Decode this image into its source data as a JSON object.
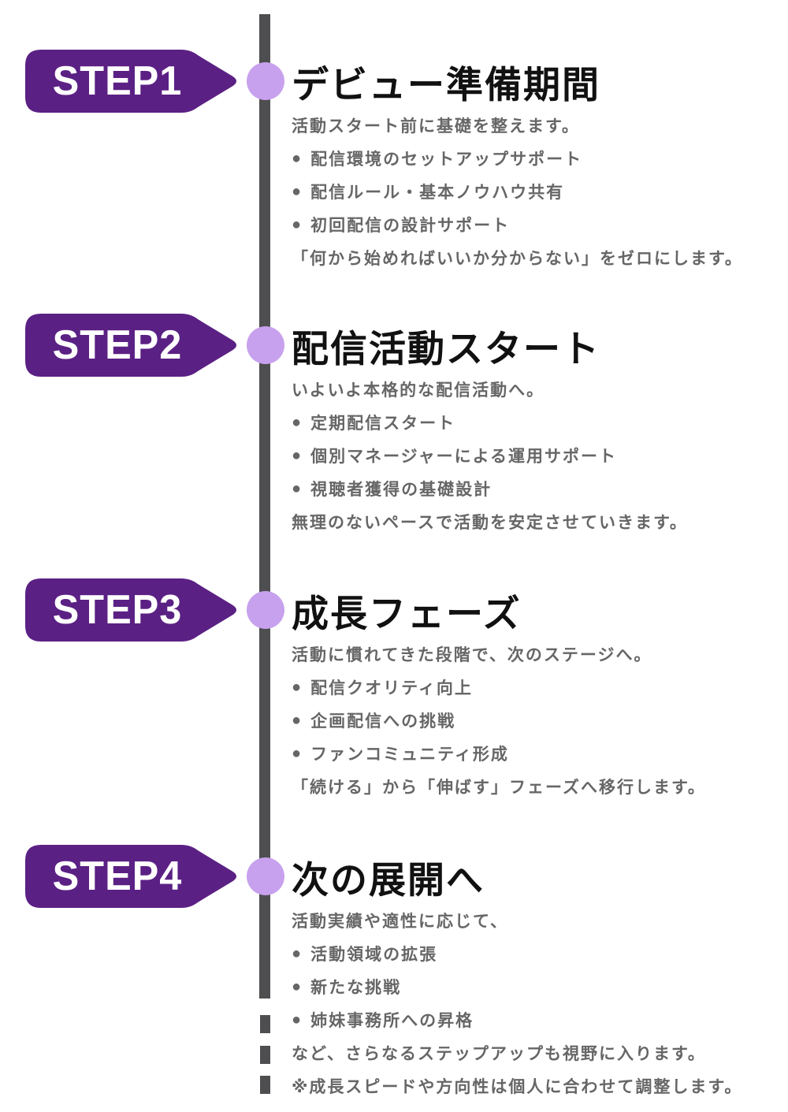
{
  "glyphs": {
    "bullet": "●"
  },
  "colors": {
    "badge_purple": "#5B2084",
    "node_lavender": "#C7A1EE",
    "timeline_gray": "#4E4E50",
    "body_text_gray": "#666666",
    "heading_black": "#111111"
  },
  "steps": [
    {
      "label": "STEP1",
      "title": "デビュー準備期間",
      "intro": "活動スタート前に基礎を整えます。",
      "bullets": [
        "配信環境のセットアップサポート",
        "配信ルール・基本ノウハウ共有",
        "初回配信の設計サポート"
      ],
      "footer": "「何から始めればいいか分からない」をゼロにします。"
    },
    {
      "label": "STEP2",
      "title": "配信活動スタート",
      "intro": "いよいよ本格的な配信活動へ。",
      "bullets": [
        "定期配信スタート",
        "個別マネージャーによる運用サポート",
        "視聴者獲得の基礎設計"
      ],
      "footer": "無理のないペースで活動を安定させていきます。"
    },
    {
      "label": "STEP3",
      "title": "成長フェーズ",
      "intro": "活動に慣れてきた段階で、次のステージへ。",
      "bullets": [
        "配信クオリティ向上",
        "企画配信への挑戦",
        "ファンコミュニティ形成"
      ],
      "footer": "「続ける」から「伸ばす」フェーズへ移行します。"
    },
    {
      "label": "STEP4",
      "title": "次の展開へ",
      "intro": "活動実績や適性に応じて、",
      "bullets": [
        "活動領域の拡張",
        "新たな挑戦",
        "姉妹事務所への昇格"
      ],
      "footer": "など、さらなるステップアップも視野に入ります。",
      "note": "※成長スピードや方向性は個人に合わせて調整します。"
    }
  ]
}
